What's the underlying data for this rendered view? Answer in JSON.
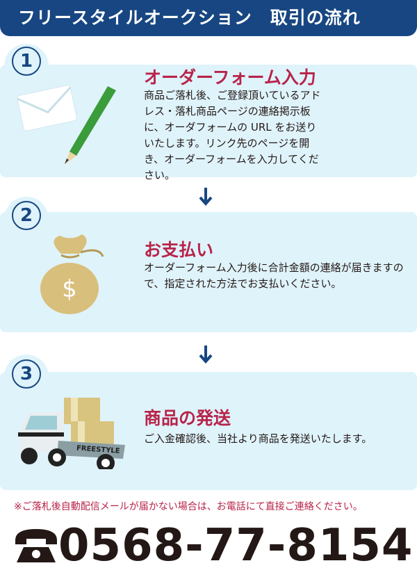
{
  "header": {
    "title": "フリースタイルオークション　取引の流れ"
  },
  "steps": [
    {
      "number": "1",
      "title": "オーダーフォーム入力",
      "body": "商品ご落札後、ご登録頂いているアドレス・落札商品ページの連絡掲示板に、オーダフォームの URL をお送りいたします。リンク先のページを開き、オーダーフォームを入力してください。",
      "icon": "envelope-pencil-icon"
    },
    {
      "number": "2",
      "title": "お支払い",
      "body": "オーダーフォーム入力後に合計金額の連絡が届きますので、指定された方法でお支払いください。",
      "icon": "money-bag-icon"
    },
    {
      "number": "3",
      "title": "商品の発送",
      "body": "ご入金確認後、当社より商品を発送いたします。",
      "icon": "truck-icon",
      "truck_label": "FREESTYLE"
    }
  ],
  "notice": "※ご落札後自動配信メールが届かない場合は、お電話にて直接ご連絡ください。",
  "phone": {
    "number": "0568-77-8154",
    "icon": "telephone-icon"
  },
  "colors": {
    "navy": "#174682",
    "accent": "#b8244a",
    "panel": "#dff3fb"
  }
}
